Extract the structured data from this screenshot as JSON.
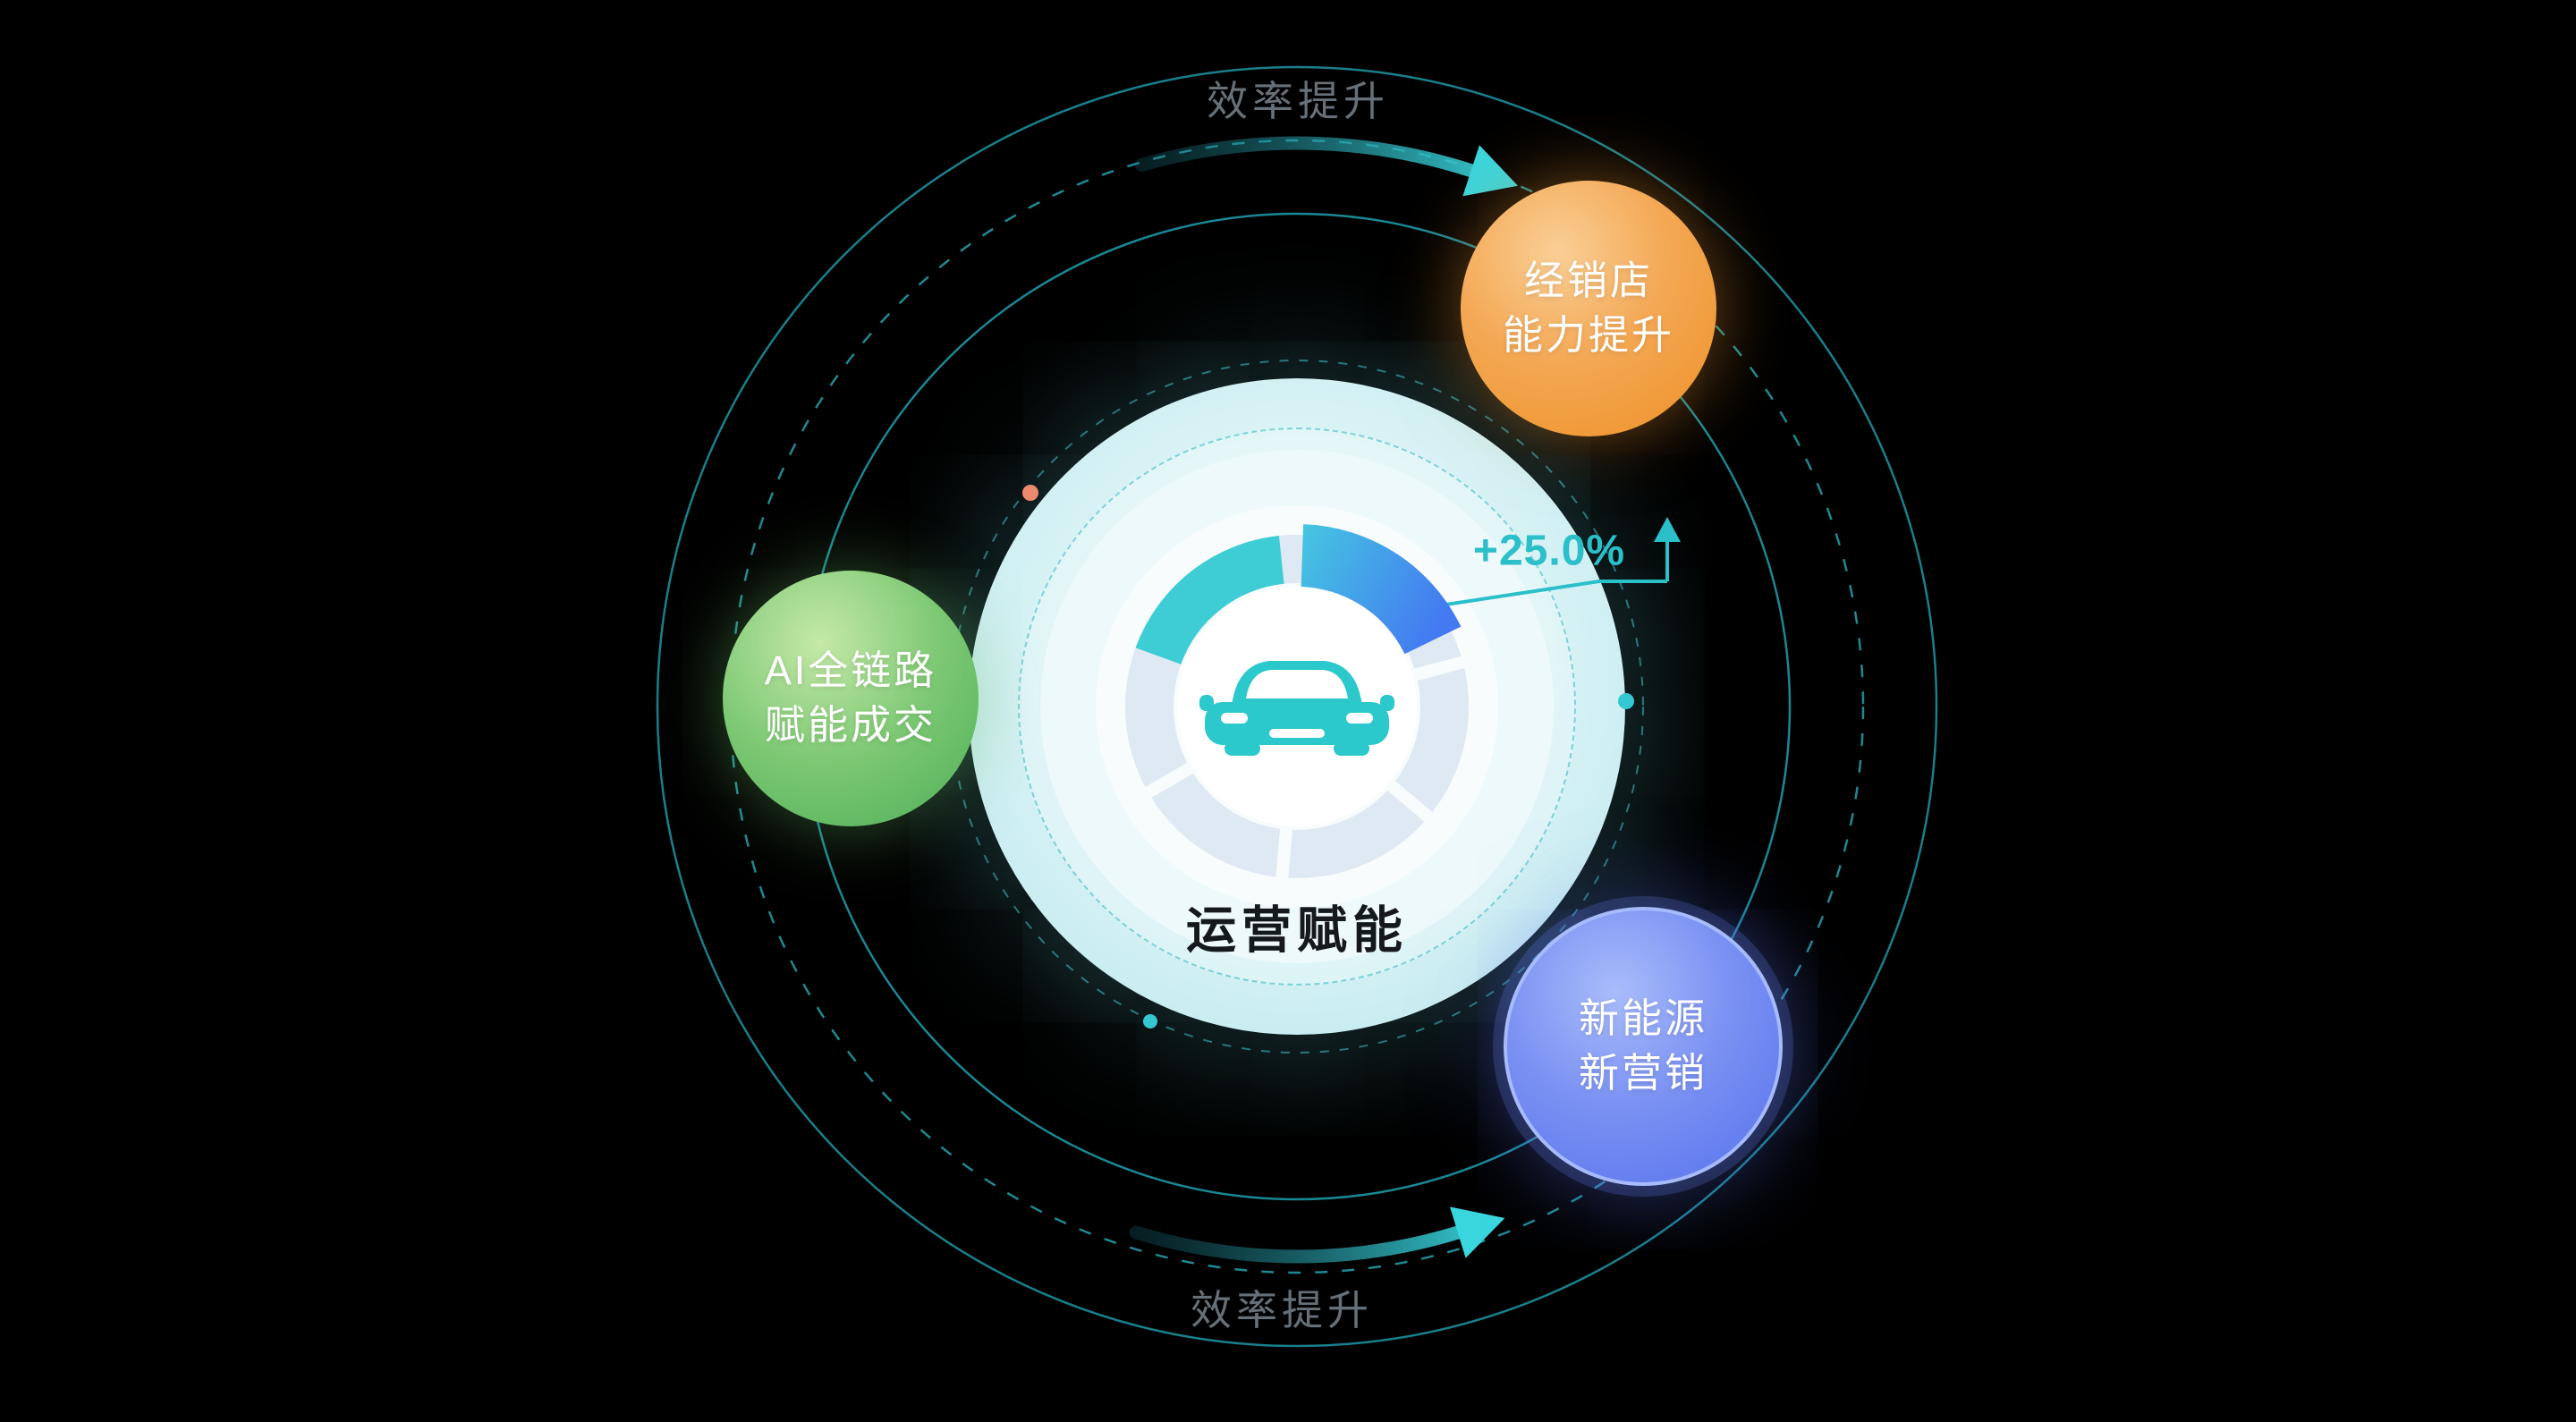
{
  "center": {
    "label": "运营赋能",
    "metric": "+25.0%",
    "icon": "car-icon"
  },
  "bubbles": {
    "dealer": {
      "line1": "经销店",
      "line2": "能力提升",
      "color": "#ee9026"
    },
    "ai": {
      "line1": "AI全链路",
      "line2": "赋能成交",
      "color": "#4fae57"
    },
    "ev": {
      "line1": "新能源",
      "line2": "新营销",
      "color": "#5571ec"
    }
  },
  "orbit": {
    "top_label": "效率提升",
    "bottom_label": "效率提升"
  },
  "colors": {
    "accent_teal": "#2fc4cc",
    "ring_teal": "#1f9fae",
    "gauge_blue": "#4479f2",
    "label_gray": "#667079",
    "dot_orange": "#ec8a6e"
  }
}
